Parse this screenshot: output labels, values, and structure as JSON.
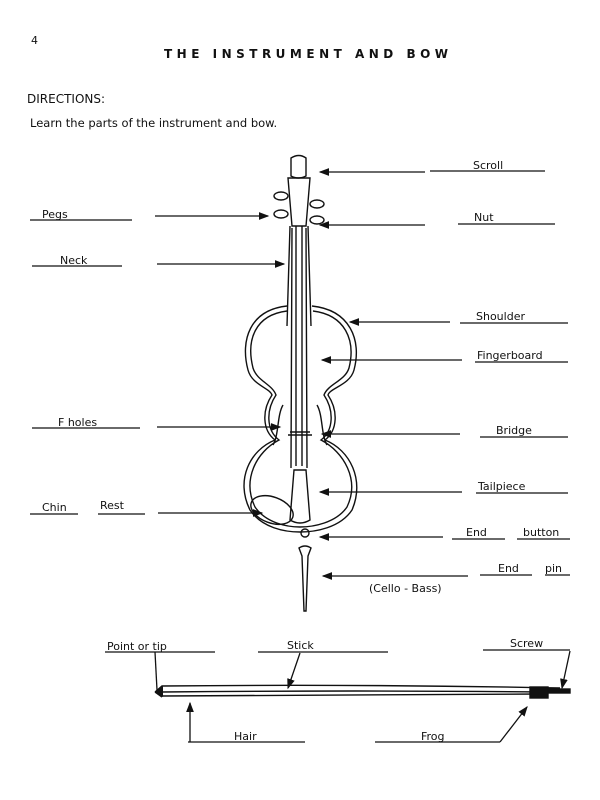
{
  "page_number": "4",
  "title": "THE INSTRUMENT AND BOW",
  "directions_label": "DIRECTIONS:",
  "directions_text": "Learn the parts of the instrument and bow.",
  "instrument_labels": {
    "scroll": "Scroll",
    "pegs": "Pegs",
    "nut": "Nut",
    "neck": "Neck",
    "shoulder": "Shoulder",
    "fingerboard": "Fingerboard",
    "f_holes": "F  holes",
    "bridge": "Bridge",
    "tailpiece": "Tailpiece",
    "chin": "Chin",
    "rest": "Rest",
    "end_button_1": "End",
    "end_button_2": "button",
    "end_pin_1": "End",
    "end_pin_2": "pin",
    "end_pin_note": "(Cello - Bass)"
  },
  "bow_labels": {
    "point": "Point or tip",
    "stick": "Stick",
    "screw": "Screw",
    "hair": "Hair",
    "frog": "Frog"
  }
}
